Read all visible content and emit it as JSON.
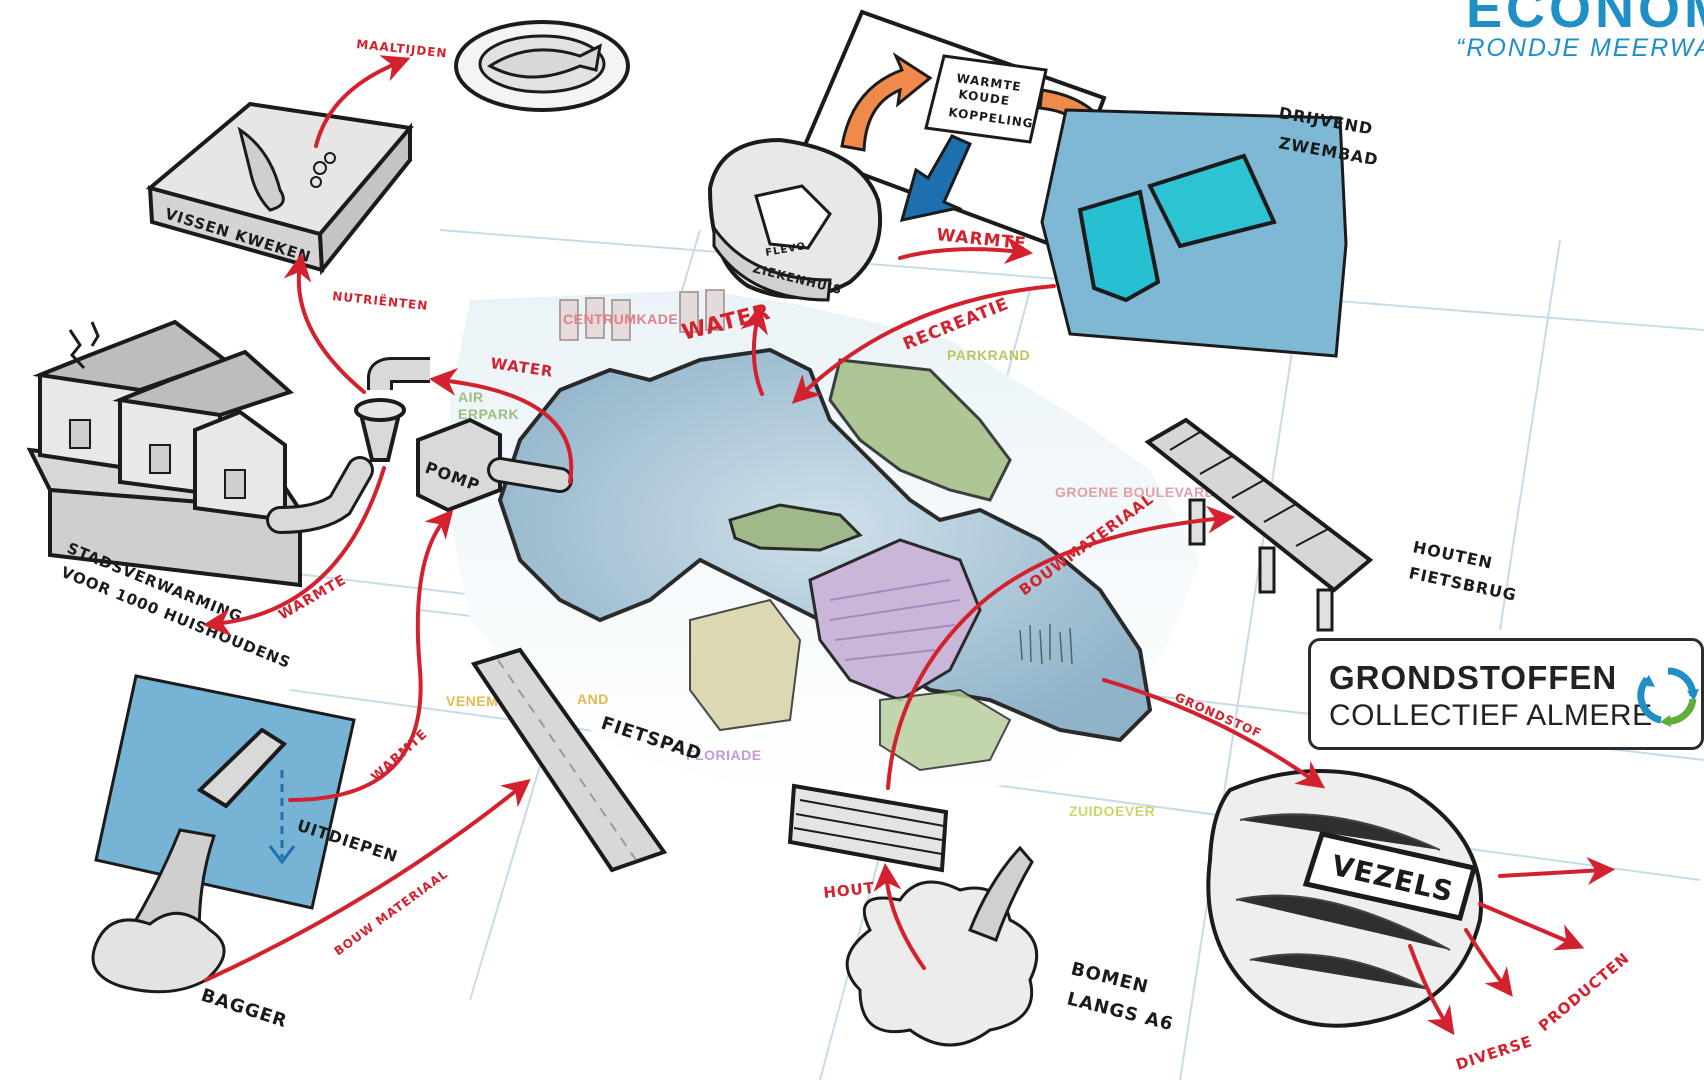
{
  "header": {
    "title": "ECONOMIE",
    "subtitle": "“RONDJE MEERWATER”"
  },
  "logo": {
    "line1": "GRONDSTOFFEN",
    "line2": "COLLECTIEF ALMERE"
  },
  "nodes": {
    "maaltijden": "MAALTIJDEN",
    "vissen_kweken": "VISSEN KWEKEN",
    "nutrienten": "NUTRIËNTEN",
    "stadsverwarming_1": "STADSVERWARMING",
    "stadsverwarming_2": "VOOR 1000 HUISHOUDENS",
    "pomp": "POMP",
    "warmte_koude_1": "WARMTE",
    "warmte_koude_2": "KOUDE",
    "warmte_koude_3": "KOPPELING",
    "ziekenhuis_1": "FLEVO",
    "ziekenhuis_2": "ZIEKENHUIS",
    "zwembad_1": "DRIJVEND",
    "zwembad_2": "ZWEMBAD",
    "fietsbrug_1": "HOUTEN",
    "fietsbrug_2": "FIETSBRUG",
    "fietspad": "FIETSPAD",
    "uitdiepen": "UITDIEPEN",
    "bagger": "BAGGER",
    "bomen_1": "BOMEN",
    "bomen_2": "LANGS A6",
    "vezels": "VEZELS"
  },
  "flows": {
    "maaltijden": "MAALTIJDEN",
    "nutrienten": "NUTRIËNTEN",
    "water_pomp": "WATER",
    "water_centrum": "WATER",
    "warmte_ziekenhuis": "WARMTE",
    "recreatie": "RECREATIE",
    "warmte_stad": "WARMTE",
    "warmte_bagger": "WARMTE",
    "bouwmateriaal_brug": "BOUWMATERIAAL",
    "bouw_materiaal": "BOUW MATERIAAL",
    "grondstof": "GRONDSTOF",
    "hout": "HOUT",
    "diverse_producten_1": "DIVERSE",
    "diverse_producten_2": "PRODUCTEN"
  },
  "map_labels": {
    "centrumkade": "CENTRUMKADE",
    "parkrand": "PARKRAND",
    "groene_boulevard": "GROENE BOULEVARD",
    "air": "AIR",
    "erpark": "ERPARK",
    "evenement": "VENEM",
    "and": "AND",
    "floriade": "FLORIADE",
    "zuidoever": "ZUIDOEVER"
  },
  "colors": {
    "flow_arrow": "#d3212d",
    "title": "#1f8fc6",
    "water": "#8fc3dd",
    "warm_arrow": "#f08a4b",
    "cold_arrow": "#1e6fae",
    "logo_blue": "#1f8fc6",
    "logo_green": "#5fae3a"
  }
}
